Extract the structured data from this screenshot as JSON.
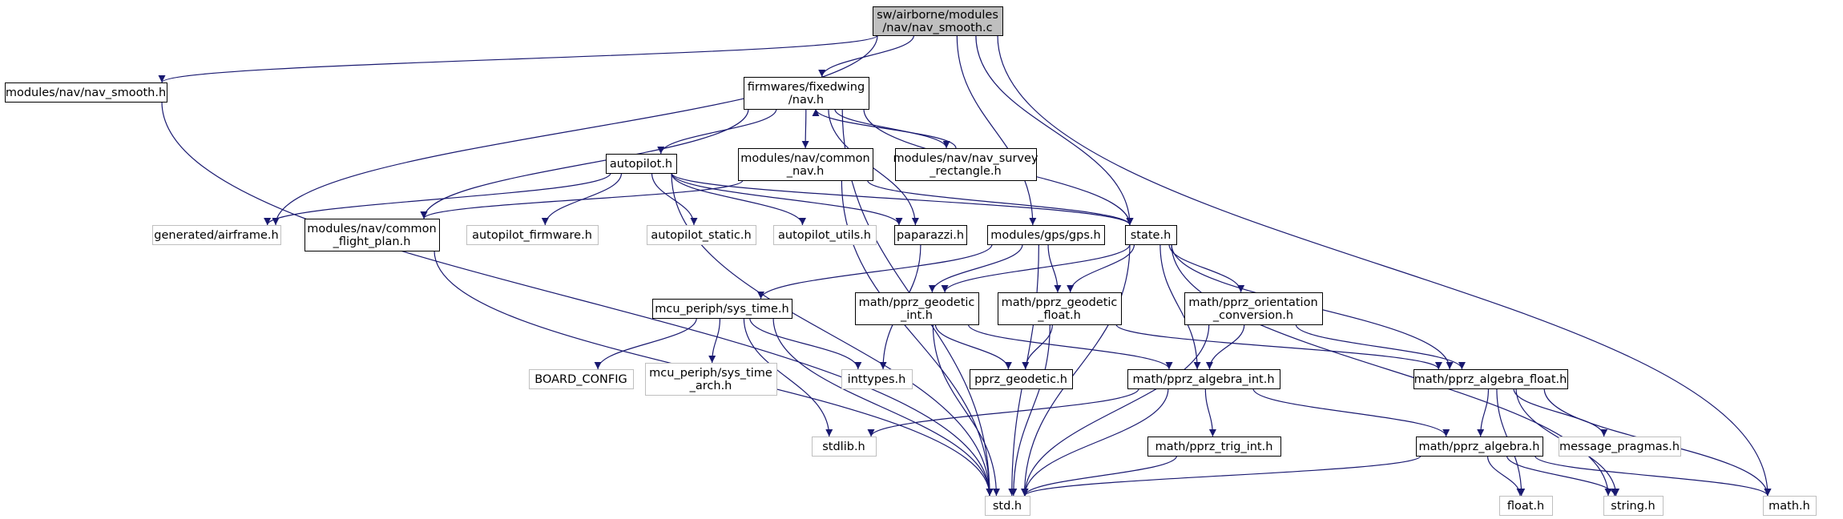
{
  "colors": {
    "edge": "#191970",
    "node_border": "#000000",
    "node_border_missing": "#bfbfbf",
    "root_fill": "#bfbfbf",
    "node_fill": "#ffffff",
    "text": "#000000"
  },
  "nodes": [
    {
      "id": "root",
      "lines": [
        "sw/airborne/modules",
        "/nav/nav_smooth.c"
      ],
      "kind": "root"
    },
    {
      "id": "nav_smooth_h",
      "lines": [
        "modules/nav/nav_smooth.h"
      ],
      "kind": "normal"
    },
    {
      "id": "fixedwing_nav",
      "lines": [
        "firmwares/fixedwing",
        "/nav.h"
      ],
      "kind": "normal"
    },
    {
      "id": "autopilot_h",
      "lines": [
        "autopilot.h"
      ],
      "kind": "normal"
    },
    {
      "id": "common_nav",
      "lines": [
        "modules/nav/common",
        "_nav.h"
      ],
      "kind": "normal"
    },
    {
      "id": "survey_rect",
      "lines": [
        "modules/nav/nav_survey",
        "_rectangle.h"
      ],
      "kind": "normal"
    },
    {
      "id": "airframe",
      "lines": [
        "generated/airframe.h"
      ],
      "kind": "missing"
    },
    {
      "id": "flight_plan",
      "lines": [
        "modules/nav/common",
        "_flight_plan.h"
      ],
      "kind": "normal"
    },
    {
      "id": "ap_firmware",
      "lines": [
        "autopilot_firmware.h"
      ],
      "kind": "missing"
    },
    {
      "id": "ap_static",
      "lines": [
        "autopilot_static.h"
      ],
      "kind": "missing"
    },
    {
      "id": "ap_utils",
      "lines": [
        "autopilot_utils.h"
      ],
      "kind": "missing"
    },
    {
      "id": "paparazzi",
      "lines": [
        "paparazzi.h"
      ],
      "kind": "normal"
    },
    {
      "id": "gps",
      "lines": [
        "modules/gps/gps.h"
      ],
      "kind": "normal"
    },
    {
      "id": "state",
      "lines": [
        "state.h"
      ],
      "kind": "normal"
    },
    {
      "id": "sys_time",
      "lines": [
        "mcu_periph/sys_time.h"
      ],
      "kind": "normal"
    },
    {
      "id": "geodetic_int",
      "lines": [
        "math/pprz_geodetic",
        "_int.h"
      ],
      "kind": "normal"
    },
    {
      "id": "geodetic_float",
      "lines": [
        "math/pprz_geodetic",
        "_float.h"
      ],
      "kind": "normal"
    },
    {
      "id": "orientation",
      "lines": [
        "math/pprz_orientation",
        "_conversion.h"
      ],
      "kind": "normal"
    },
    {
      "id": "board_config",
      "lines": [
        "BOARD_CONFIG"
      ],
      "kind": "missing"
    },
    {
      "id": "sys_time_arch",
      "lines": [
        "mcu_periph/sys_time",
        "_arch.h"
      ],
      "kind": "missing"
    },
    {
      "id": "inttypes",
      "lines": [
        "inttypes.h"
      ],
      "kind": "missing"
    },
    {
      "id": "pprz_geodetic",
      "lines": [
        "pprz_geodetic.h"
      ],
      "kind": "normal"
    },
    {
      "id": "algebra_int",
      "lines": [
        "math/pprz_algebra_int.h"
      ],
      "kind": "normal"
    },
    {
      "id": "algebra_float",
      "lines": [
        "math/pprz_algebra_float.h"
      ],
      "kind": "normal"
    },
    {
      "id": "stdlib",
      "lines": [
        "stdlib.h"
      ],
      "kind": "missing"
    },
    {
      "id": "trig_int",
      "lines": [
        "math/pprz_trig_int.h"
      ],
      "kind": "normal"
    },
    {
      "id": "algebra",
      "lines": [
        "math/pprz_algebra.h"
      ],
      "kind": "normal"
    },
    {
      "id": "message_pragmas",
      "lines": [
        "message_pragmas.h"
      ],
      "kind": "missing"
    },
    {
      "id": "std",
      "lines": [
        "std.h"
      ],
      "kind": "missing"
    },
    {
      "id": "float_h",
      "lines": [
        "float.h"
      ],
      "kind": "missing"
    },
    {
      "id": "string_h",
      "lines": [
        "string.h"
      ],
      "kind": "missing"
    },
    {
      "id": "math_h",
      "lines": [
        "math.h"
      ],
      "kind": "missing"
    }
  ],
  "edges": [
    [
      "root",
      "nav_smooth_h"
    ],
    [
      "root",
      "fixedwing_nav"
    ],
    [
      "root",
      "airframe"
    ],
    [
      "root",
      "gps"
    ],
    [
      "root",
      "state"
    ],
    [
      "root",
      "math_h"
    ],
    [
      "nav_smooth_h",
      "std"
    ],
    [
      "fixedwing_nav",
      "autopilot_h"
    ],
    [
      "fixedwing_nav",
      "common_nav"
    ],
    [
      "fixedwing_nav",
      "survey_rect"
    ],
    [
      "fixedwing_nav",
      "flight_plan"
    ],
    [
      "fixedwing_nav",
      "paparazzi"
    ],
    [
      "fixedwing_nav",
      "state"
    ],
    [
      "fixedwing_nav",
      "std"
    ],
    [
      "autopilot_h",
      "airframe"
    ],
    [
      "autopilot_h",
      "ap_firmware"
    ],
    [
      "autopilot_h",
      "ap_static"
    ],
    [
      "autopilot_h",
      "ap_utils"
    ],
    [
      "autopilot_h",
      "paparazzi"
    ],
    [
      "autopilot_h",
      "state"
    ],
    [
      "autopilot_h",
      "std"
    ],
    [
      "common_nav",
      "flight_plan"
    ],
    [
      "common_nav",
      "state"
    ],
    [
      "common_nav",
      "std"
    ],
    [
      "survey_rect",
      "fixedwing_nav"
    ],
    [
      "flight_plan",
      "std"
    ],
    [
      "paparazzi",
      "inttypes"
    ],
    [
      "gps",
      "sys_time"
    ],
    [
      "gps",
      "geodetic_int"
    ],
    [
      "gps",
      "geodetic_float"
    ],
    [
      "gps",
      "std"
    ],
    [
      "state",
      "geodetic_int"
    ],
    [
      "state",
      "geodetic_float"
    ],
    [
      "state",
      "orientation"
    ],
    [
      "state",
      "algebra_int"
    ],
    [
      "state",
      "algebra_float"
    ],
    [
      "state",
      "std"
    ],
    [
      "state",
      "string_h"
    ],
    [
      "sys_time",
      "board_config"
    ],
    [
      "sys_time",
      "sys_time_arch"
    ],
    [
      "sys_time",
      "inttypes"
    ],
    [
      "sys_time",
      "stdlib"
    ],
    [
      "sys_time",
      "std"
    ],
    [
      "geodetic_int",
      "pprz_geodetic"
    ],
    [
      "geodetic_int",
      "algebra_int"
    ],
    [
      "geodetic_int",
      "std"
    ],
    [
      "geodetic_float",
      "pprz_geodetic"
    ],
    [
      "geodetic_float",
      "algebra_float"
    ],
    [
      "geodetic_float",
      "std"
    ],
    [
      "orientation",
      "algebra_int"
    ],
    [
      "orientation",
      "algebra_float"
    ],
    [
      "orientation",
      "std"
    ],
    [
      "algebra_int",
      "stdlib"
    ],
    [
      "algebra_int",
      "trig_int"
    ],
    [
      "algebra_int",
      "algebra"
    ],
    [
      "algebra_int",
      "std"
    ],
    [
      "algebra_float",
      "algebra"
    ],
    [
      "algebra_float",
      "message_pragmas"
    ],
    [
      "algebra_float",
      "float_h"
    ],
    [
      "algebra_float",
      "string_h"
    ],
    [
      "algebra_float",
      "math_h"
    ],
    [
      "trig_int",
      "std"
    ],
    [
      "algebra",
      "std"
    ],
    [
      "algebra",
      "float_h"
    ],
    [
      "algebra",
      "string_h"
    ],
    [
      "algebra",
      "math_h"
    ]
  ]
}
